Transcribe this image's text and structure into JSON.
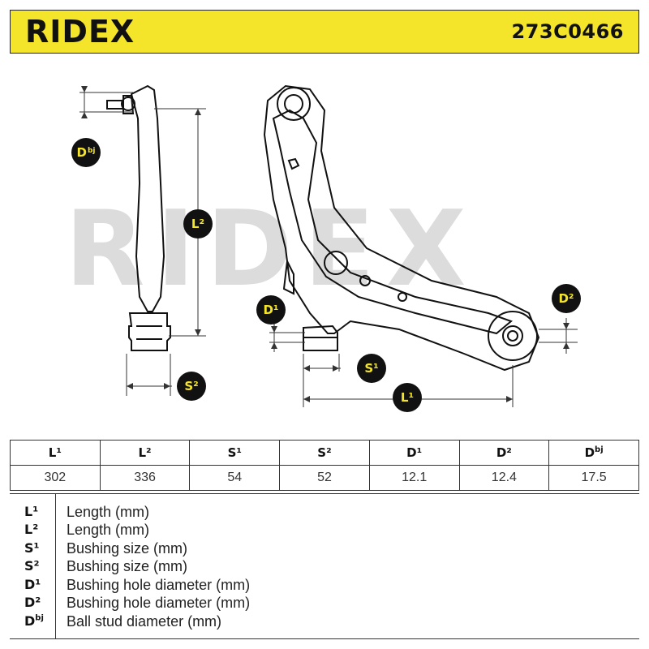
{
  "header": {
    "brand": "RIDEX",
    "part_number": "273C0466"
  },
  "watermark": "RIDEX",
  "dimension_labels": {
    "dbj": "Dbj",
    "l2": "L²",
    "s2": "S²",
    "d1": "D¹",
    "d2": "D²",
    "s1": "S¹",
    "l1": "L¹"
  },
  "spec_table": {
    "headers": [
      "L¹",
      "L²",
      "S¹",
      "S²",
      "D¹",
      "D²",
      "Dbj"
    ],
    "values": [
      "302",
      "336",
      "54",
      "52",
      "12.1",
      "12.4",
      "17.5"
    ]
  },
  "legend": [
    {
      "symbol": "L¹",
      "description": "Length (mm)"
    },
    {
      "symbol": "L²",
      "description": "Length (mm)"
    },
    {
      "symbol": "S¹",
      "description": "Bushing size (mm)"
    },
    {
      "symbol": "S²",
      "description": "Bushing size (mm)"
    },
    {
      "symbol": "D¹",
      "description": "Bushing hole diameter (mm)"
    },
    {
      "symbol": "D²",
      "description": "Bushing hole diameter (mm)"
    },
    {
      "symbol": "Dbj",
      "description": "Ball stud diameter (mm)"
    }
  ],
  "colors": {
    "accent": "#f5e52a",
    "dark": "#111111",
    "watermark": "#dcdcdc"
  }
}
